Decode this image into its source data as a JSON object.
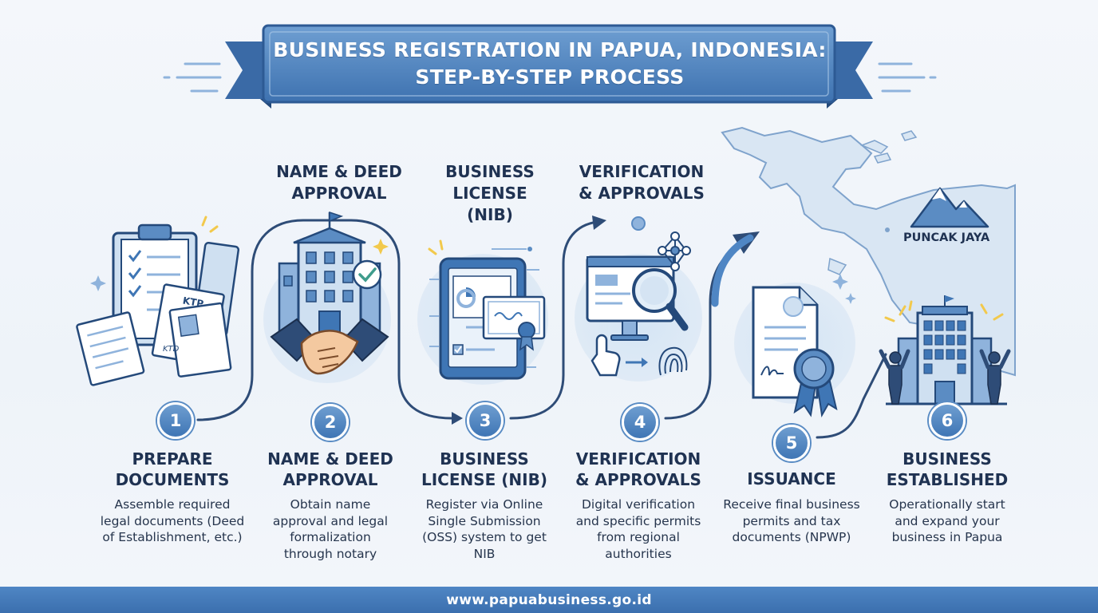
{
  "banner": {
    "line1": "BUSINESS REGISTRATION IN PAPUA, INDONESIA:",
    "line2": "STEP-BY-STEP PROCESS"
  },
  "top_titles": [
    {
      "line1": "NAME & DEED",
      "line2": "APPROVAL",
      "line3": ""
    },
    {
      "line1": "BUSINESS",
      "line2": "LICENSE",
      "line3": "(NIB)"
    },
    {
      "line1": "VERIFICATION",
      "line2": "& APPROVALS",
      "line3": ""
    }
  ],
  "map": {
    "label": "PUNCAK JAYA"
  },
  "steps": [
    {
      "number": "1",
      "title1": "PREPARE",
      "title2": "DOCUMENTS",
      "desc": [
        "Assemble required",
        "legal documents (Deed",
        "of Establishment, etc.)",
        ""
      ],
      "doc_label1": "KTP",
      "doc_label2": "KTD"
    },
    {
      "number": "2",
      "title1": "NAME & DEED",
      "title2": "APPROVAL",
      "desc": [
        "Obtain name",
        "approval and legal",
        "formalization",
        "through notary"
      ]
    },
    {
      "number": "3",
      "title1": "BUSINESS",
      "title2": "LICENSE (NIB)",
      "desc": [
        "Register via Online",
        "Single Submission",
        "(OSS) system to get",
        "NIB"
      ]
    },
    {
      "number": "4",
      "title1": "VERIFICATION",
      "title2": "& APPROVALS",
      "desc": [
        "Digital verification",
        "and specific permits",
        "from regional",
        "authorities"
      ]
    },
    {
      "number": "5",
      "title1": "ISSUANCE",
      "title2": "",
      "desc": [
        "Receive final business",
        "permits and tax",
        "documents (NPWP)",
        ""
      ]
    },
    {
      "number": "6",
      "title1": "BUSINESS",
      "title2": "ESTABLISHED",
      "desc": [
        "Operationally start",
        "and expand your",
        "business in Papua",
        ""
      ]
    }
  ],
  "footer": {
    "url": "www.papuabusiness.go.id"
  },
  "colors": {
    "primary": "#3f76b5",
    "light": "#cfe0f1",
    "dark": "#1f3252",
    "accent": "#f2c94c"
  }
}
